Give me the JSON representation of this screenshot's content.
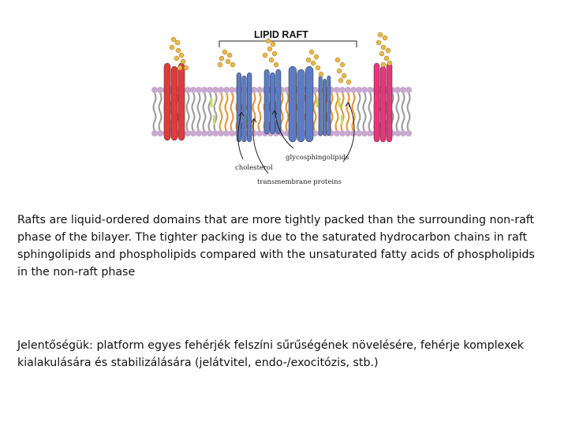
{
  "diagram": {
    "title": "LIPID RAFT",
    "labels": {
      "cholesterol": "cholesterol",
      "glycosphingolipids": "glycosphingolipids",
      "proteins": "transmembrane proteins"
    },
    "colors": {
      "head": "#c9a9cf",
      "tail": "#9e9e9e",
      "raft_tail": "#e8963a",
      "cholesterol": "#c8e05a",
      "protein_blue": "#5b7bc4",
      "protein_red": "#e23a3a",
      "protein_pink": "#e8357a",
      "sugar": "#e9b84a"
    }
  },
  "text": {
    "p1": "Rafts are liquid-ordered domains that are more tightly packed than the surrounding non-raft phase of the bilayer. The tighter packing is due to the saturated hydrocarbon chains in raft sphingolipids and phospholipids compared with the unsaturated fatty acids of phospholipids in the non-raft phase",
    "p2": "Jelentőségük: platform egyes fehérjék felszíni sűrűségének növelésére, fehérje komplexek kialakulására és stabilizálására (jelátvitel, endo-/exocitózis, stb.)"
  }
}
